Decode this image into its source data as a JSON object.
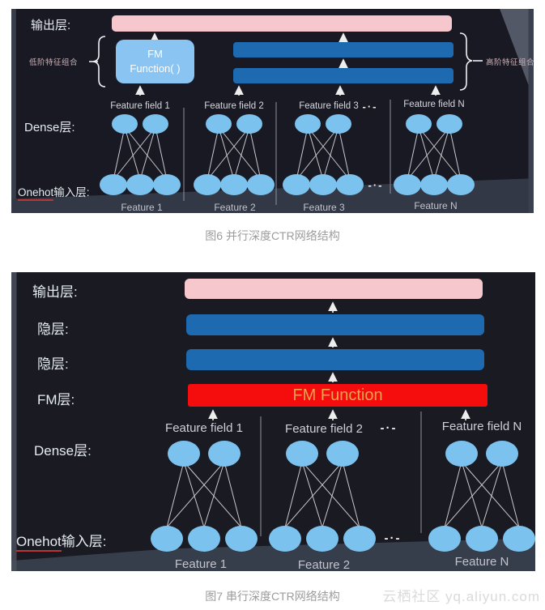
{
  "watermark": "云栖社区 yq.aliyun.com",
  "figure6": {
    "caption": "图6 并行深度CTR网络结构",
    "labels": {
      "output_layer": "输出层:",
      "low_order_combo": "低阶特征组合",
      "high_order_combo": "高阶特征组合",
      "fm_box_line1": "FM",
      "fm_box_line2": "Function( )",
      "dense_layer": "Dense层:",
      "onehot_prefix": "Onehot",
      "onehot_suffix": "输入层:",
      "ellipsis": "-·-"
    },
    "fields": [
      {
        "field_label": "Feature field 1",
        "feature_label": "Feature 1"
      },
      {
        "field_label": "Feature field 2",
        "feature_label": "Feature 2"
      },
      {
        "field_label": "Feature field 3",
        "feature_label": "Feature 3"
      },
      {
        "field_label": "Feature field N",
        "feature_label": "Feature N"
      }
    ],
    "colors": {
      "background": "#181922",
      "output_bar": "#f6c8ce",
      "hidden_bar": "#1e6ab0",
      "fm_box": "#8ac4f2",
      "node_fill": "#7cc2ef"
    }
  },
  "figure7": {
    "caption": "图7 串行深度CTR网络结构",
    "labels": {
      "output_layer": "输出层:",
      "hidden_layer_1": "隐层:",
      "hidden_layer_2": "隐层:",
      "fm_layer": "FM层:",
      "fm_function": "FM Function",
      "dense_layer": "Dense层:",
      "onehot_prefix": "Onehot",
      "onehot_suffix": "输入层:",
      "ellipsis": "-·-"
    },
    "fields": [
      {
        "field_label": "Feature field 1",
        "feature_label": "Feature 1"
      },
      {
        "field_label": "Feature field 2",
        "feature_label": "Feature 2"
      },
      {
        "field_label": "Feature field N",
        "feature_label": "Feature N"
      }
    ],
    "colors": {
      "background": "#191a22",
      "output_bar": "#f6c8ce",
      "hidden_bar": "#1e6ab0",
      "fm_bar": "#f50d0d",
      "fm_text": "#f0a24e",
      "node_fill": "#7cc2ef"
    }
  }
}
